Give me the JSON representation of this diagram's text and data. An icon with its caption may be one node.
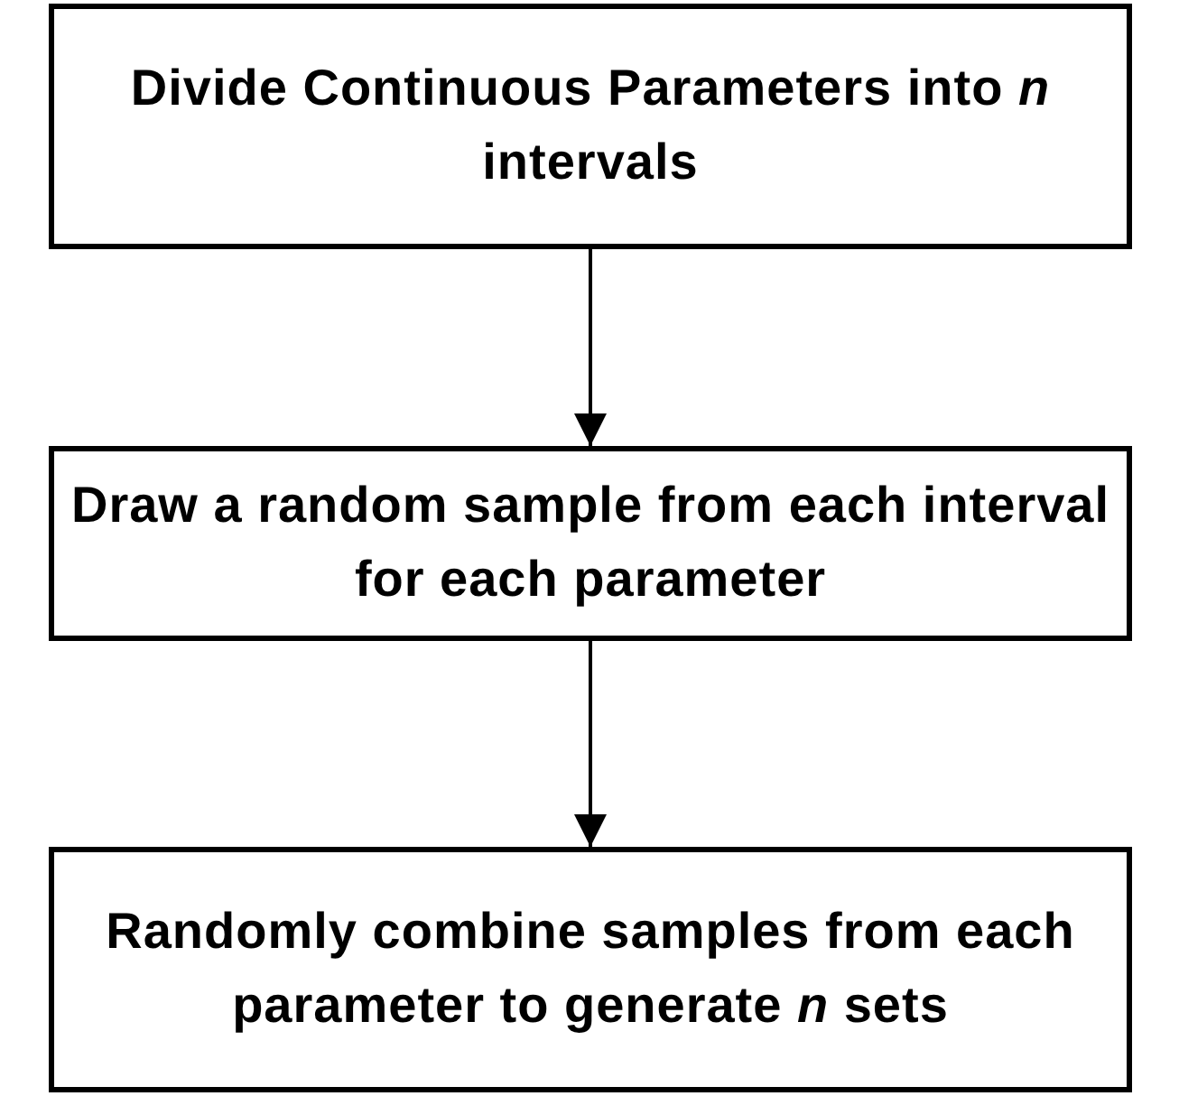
{
  "diagram": {
    "nodes": [
      {
        "text": [
          "Divide Continuous Parameters into *n* intervals"
        ]
      },
      {
        "text": [
          "Draw a random sample from each interval for each parameter"
        ]
      },
      {
        "text": [
          "Randomly combine samples from each parameter to generate *n* sets"
        ]
      }
    ],
    "edges": [
      {
        "from": 0,
        "to": 1,
        "arrow": "to"
      },
      {
        "from": 1,
        "to": 2,
        "arrow": "to"
      }
    ]
  }
}
